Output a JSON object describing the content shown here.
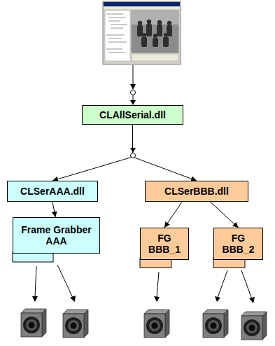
{
  "diagram": {
    "nodes": [
      {
        "text": [
          "CLAllSerial.dll"
        ]
      },
      {
        "text": [
          "CLSerAAA.dll"
        ]
      },
      {
        "text": [
          "CLSerBBB.dll"
        ]
      },
      {
        "text": [
          "Frame Grabber AAA"
        ]
      },
      {
        "text": [
          "FG BBB_1"
        ]
      },
      {
        "text": [
          "FG BBB_2"
        ]
      }
    ],
    "edges": [
      {
        "from": 0,
        "to": 1,
        "arrow": "to"
      },
      {
        "from": 0,
        "to": 2,
        "arrow": "to"
      },
      {
        "from": 1,
        "to": 3,
        "arrow": "to"
      },
      {
        "from": 2,
        "to": 4,
        "arrow": "to"
      },
      {
        "from": 2,
        "to": 5,
        "arrow": "to"
      }
    ]
  }
}
